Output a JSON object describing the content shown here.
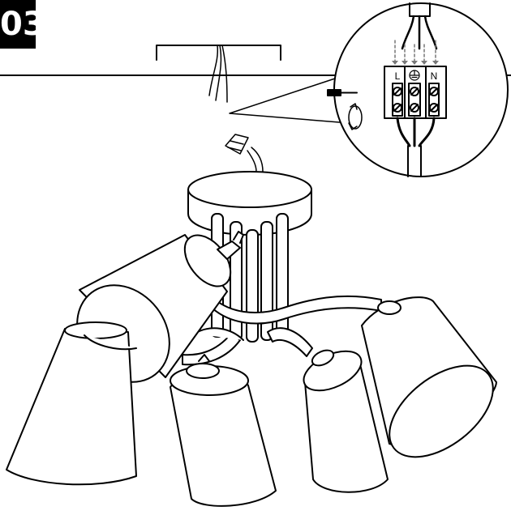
{
  "step": {
    "number": "03"
  },
  "terminal_block": {
    "labels": [
      "L",
      "⏚",
      "N"
    ]
  },
  "icons": [
    "screwdriver-icon",
    "rotate-clockwise-icon",
    "earth-ground-icon"
  ],
  "colors": {
    "line": "#000000",
    "background": "#ffffff",
    "badge": "#000000",
    "badge_text": "#ffffff"
  }
}
